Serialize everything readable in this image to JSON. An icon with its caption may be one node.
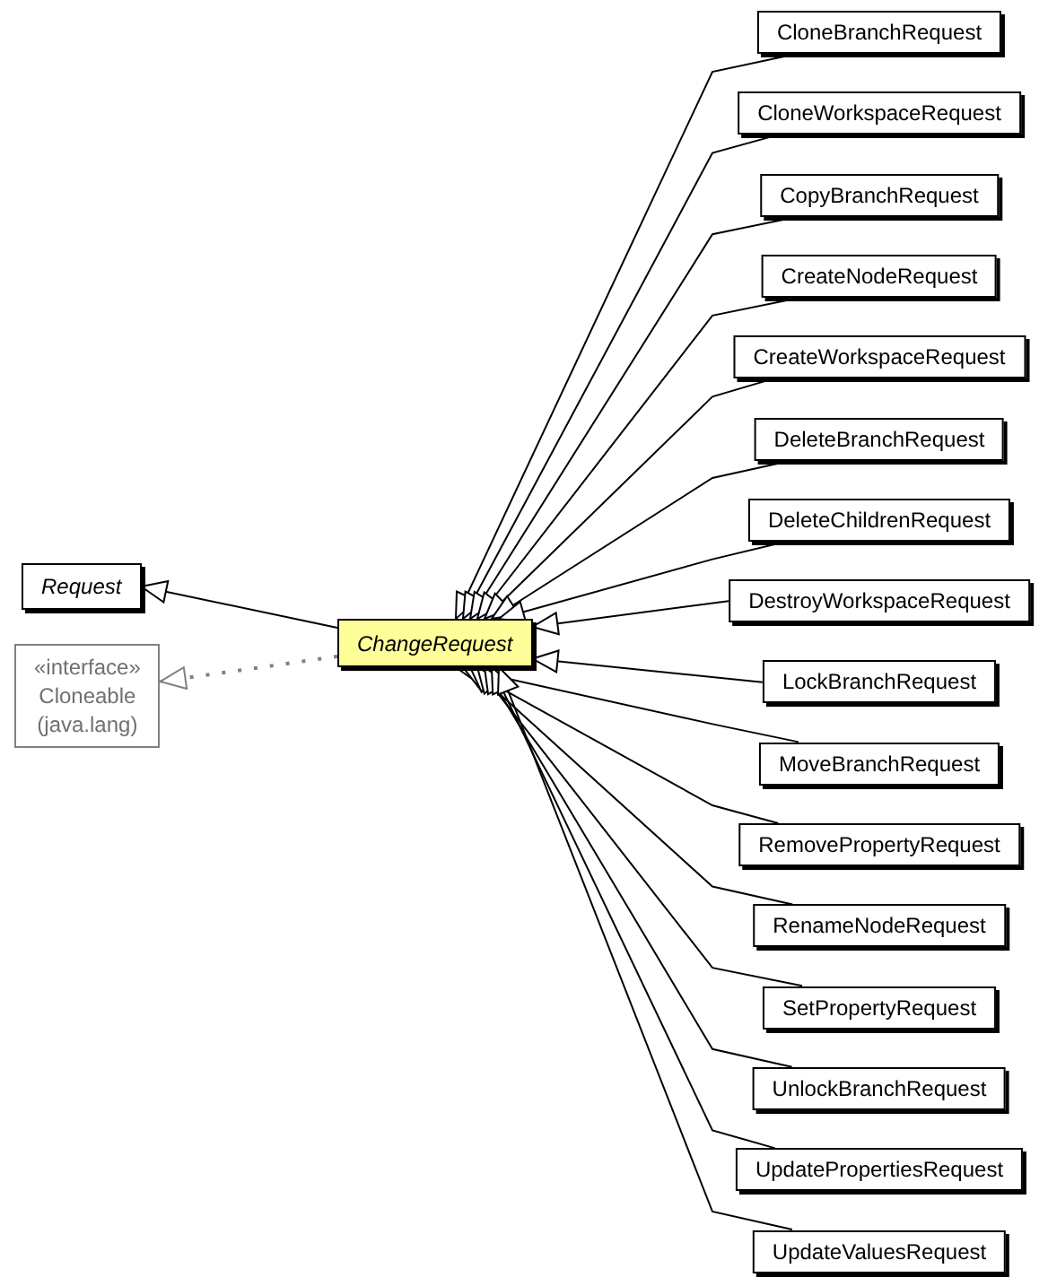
{
  "diagram": {
    "nodes": [
      {
        "text": [
          "Request"
        ]
      },
      {
        "text": [
          "«interface»",
          "Cloneable",
          "(java.lang)"
        ]
      },
      {
        "text": [
          "ChangeRequest"
        ]
      },
      {
        "text": [
          "CloneBranchRequest"
        ]
      },
      {
        "text": [
          "CloneWorkspaceRequest"
        ]
      },
      {
        "text": [
          "CopyBranchRequest"
        ]
      },
      {
        "text": [
          "CreateNodeRequest"
        ]
      },
      {
        "text": [
          "CreateWorkspaceRequest"
        ]
      },
      {
        "text": [
          "DeleteBranchRequest"
        ]
      },
      {
        "text": [
          "DeleteChildrenRequest"
        ]
      },
      {
        "text": [
          "DestroyWorkspaceRequest"
        ]
      },
      {
        "text": [
          "LockBranchRequest"
        ]
      },
      {
        "text": [
          "MoveBranchRequest"
        ]
      },
      {
        "text": [
          "RemovePropertyRequest"
        ]
      },
      {
        "text": [
          "RenameNodeRequest"
        ]
      },
      {
        "text": [
          "SetPropertyRequest"
        ]
      },
      {
        "text": [
          "UnlockBranchRequest"
        ]
      },
      {
        "text": [
          "UpdatePropertiesRequest"
        ]
      },
      {
        "text": [
          "UpdateValuesRequest"
        ]
      }
    ],
    "edges": [
      {
        "from": 2,
        "to": 0,
        "arrow": "to"
      },
      {
        "from": 2,
        "to": 1,
        "arrow": "to",
        "style": "dashed",
        "color": "#808080"
      },
      {
        "from": 3,
        "to": 2,
        "arrow": "to"
      },
      {
        "from": 4,
        "to": 2,
        "arrow": "to"
      },
      {
        "from": 5,
        "to": 2,
        "arrow": "to"
      },
      {
        "from": 6,
        "to": 2,
        "arrow": "to"
      },
      {
        "from": 7,
        "to": 2,
        "arrow": "to"
      },
      {
        "from": 8,
        "to": 2,
        "arrow": "to"
      },
      {
        "from": 9,
        "to": 2,
        "arrow": "to"
      },
      {
        "from": 10,
        "to": 2,
        "arrow": "to"
      },
      {
        "from": 11,
        "to": 2,
        "arrow": "to"
      },
      {
        "from": 12,
        "to": 2,
        "arrow": "to"
      },
      {
        "from": 13,
        "to": 2,
        "arrow": "to"
      },
      {
        "from": 14,
        "to": 2,
        "arrow": "to"
      },
      {
        "from": 15,
        "to": 2,
        "arrow": "to"
      },
      {
        "from": 16,
        "to": 2,
        "arrow": "to"
      },
      {
        "from": 17,
        "to": 2,
        "arrow": "to"
      },
      {
        "from": 18,
        "to": 2,
        "arrow": "to"
      }
    ]
  }
}
